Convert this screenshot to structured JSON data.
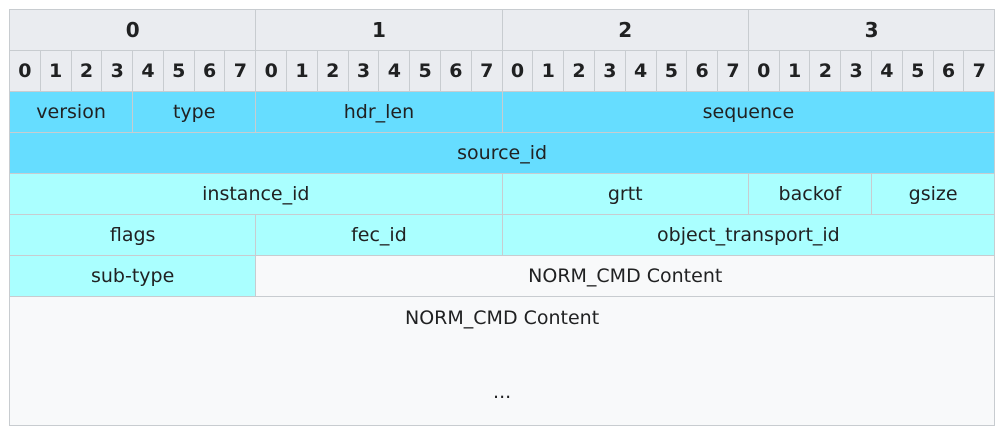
{
  "bytes": [
    "0",
    "1",
    "2",
    "3"
  ],
  "bits": [
    "0",
    "1",
    "2",
    "3",
    "4",
    "5",
    "6",
    "7"
  ],
  "rows": [
    {
      "cells": [
        {
          "label": "version",
          "span": 4,
          "color": "c1"
        },
        {
          "label": "type",
          "span": 4,
          "color": "c1"
        },
        {
          "label": "hdr_len",
          "span": 8,
          "color": "c1"
        },
        {
          "label": "sequence",
          "span": 16,
          "color": "c1"
        }
      ]
    },
    {
      "cells": [
        {
          "label": "source_id",
          "span": 32,
          "color": "c1"
        }
      ]
    },
    {
      "cells": [
        {
          "label": "instance_id",
          "span": 16,
          "color": "c2"
        },
        {
          "label": "grtt",
          "span": 8,
          "color": "c2"
        },
        {
          "label": "backof",
          "span": 4,
          "color": "c2"
        },
        {
          "label": "gsize",
          "span": 4,
          "color": "c2"
        }
      ]
    },
    {
      "cells": [
        {
          "label": "flags",
          "span": 8,
          "color": "c2"
        },
        {
          "label": "fec_id",
          "span": 8,
          "color": "c2"
        },
        {
          "label": "object_transport_id",
          "span": 16,
          "color": "c2"
        }
      ]
    },
    {
      "cells": [
        {
          "label": "sub-type",
          "span": 8,
          "color": "c2"
        },
        {
          "label": "NORM_CMD Content",
          "span": 24,
          "color": "c3"
        }
      ]
    }
  ],
  "content_block": {
    "line1": "NORM_CMD Content",
    "line2": "..."
  }
}
